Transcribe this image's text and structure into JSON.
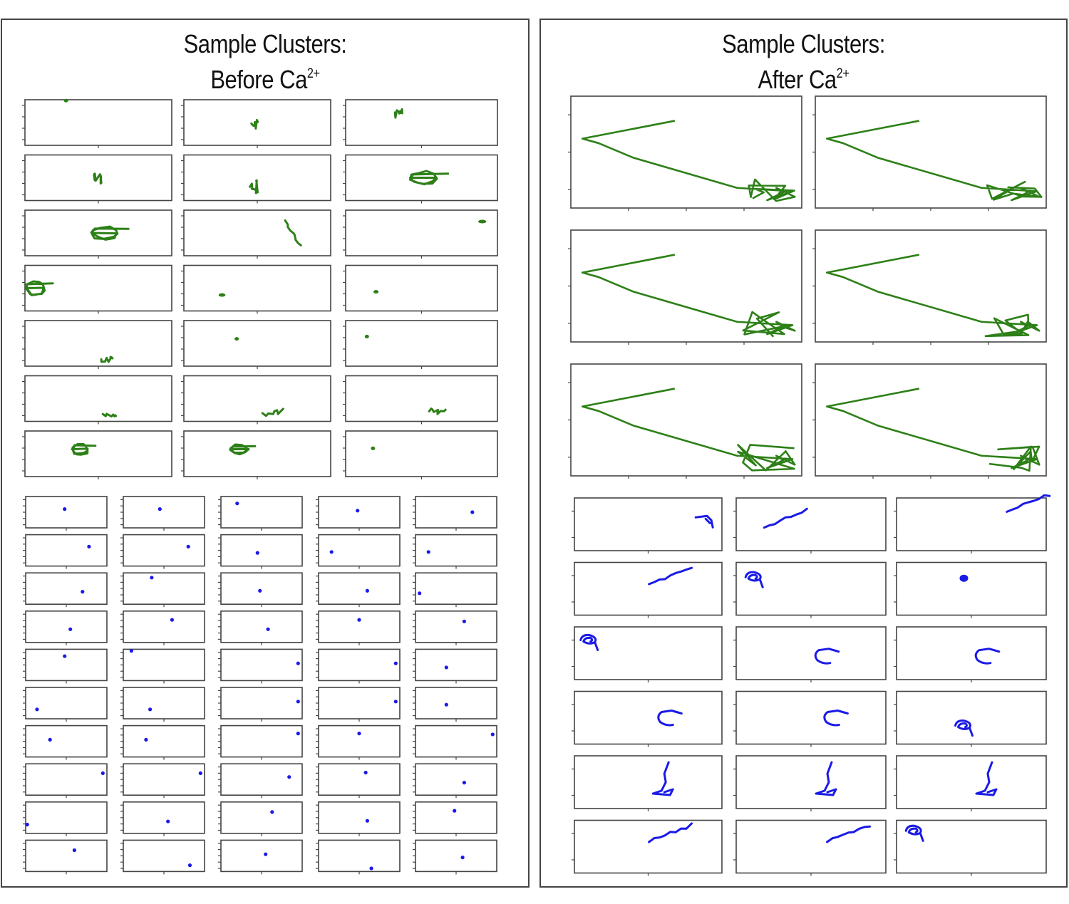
{
  "colors": {
    "green": "#2d8017",
    "blue": "#1a1ae6",
    "frame": "#444444"
  },
  "panels": {
    "before": {
      "title_line1": "Sample Clusters:",
      "title_line2_text": "Before Ca",
      "title_line2_sup": "2+"
    },
    "after": {
      "title_line1": "Sample Clusters:",
      "title_line2_text": "After Ca",
      "title_line2_sup": "2+"
    }
  },
  "chart_data": [
    {
      "id": "before_green",
      "type": "scatter",
      "style": "trajectory",
      "color": "#2d8017",
      "rows": 7,
      "cols": 3,
      "note": "small multiples; each cell a trajectory blob at approximate normalized position",
      "cells": [
        {
          "cx": 0.28,
          "cy": 0.02,
          "w": 0.04,
          "h": 0.06,
          "shape": "dot"
        },
        {
          "cx": 0.48,
          "cy": 0.52,
          "w": 0.04,
          "h": 0.3,
          "shape": "squiggle"
        },
        {
          "cx": 0.35,
          "cy": 0.28,
          "w": 0.05,
          "h": 0.32,
          "shape": "squiggle"
        },
        {
          "cx": 0.5,
          "cy": 0.55,
          "w": 0.05,
          "h": 0.28,
          "shape": "squiggle"
        },
        {
          "cx": 0.48,
          "cy": 0.7,
          "w": 0.06,
          "h": 0.3,
          "shape": "squiggle"
        },
        {
          "cx": 0.55,
          "cy": 0.5,
          "w": 0.25,
          "h": 0.3,
          "shape": "loop"
        },
        {
          "cx": 0.58,
          "cy": 0.5,
          "w": 0.25,
          "h": 0.3,
          "shape": "loop"
        },
        {
          "cx": 0.74,
          "cy": 0.5,
          "w": 0.1,
          "h": 0.55,
          "shape": "diag"
        },
        {
          "cx": 0.9,
          "cy": 0.25,
          "w": 0.08,
          "h": 0.1,
          "shape": "dot"
        },
        {
          "cx": 0.1,
          "cy": 0.5,
          "w": 0.18,
          "h": 0.35,
          "shape": "loop"
        },
        {
          "cx": 0.26,
          "cy": 0.65,
          "w": 0.07,
          "h": 0.08,
          "shape": "dot"
        },
        {
          "cx": 0.2,
          "cy": 0.58,
          "w": 0.05,
          "h": 0.08,
          "shape": "dot"
        },
        {
          "cx": 0.56,
          "cy": 0.85,
          "w": 0.08,
          "h": 0.12,
          "shape": "squiggle"
        },
        {
          "cx": 0.36,
          "cy": 0.4,
          "w": 0.04,
          "h": 0.06,
          "shape": "dot"
        },
        {
          "cx": 0.14,
          "cy": 0.35,
          "w": 0.03,
          "h": 0.12,
          "shape": "dot"
        },
        {
          "cx": 0.58,
          "cy": 0.84,
          "w": 0.1,
          "h": 0.12,
          "shape": "squiggle"
        },
        {
          "cx": 0.6,
          "cy": 0.82,
          "w": 0.13,
          "h": 0.2,
          "shape": "squiggle"
        },
        {
          "cx": 0.6,
          "cy": 0.78,
          "w": 0.1,
          "h": 0.12,
          "shape": "squiggle"
        },
        {
          "cx": 0.4,
          "cy": 0.4,
          "w": 0.16,
          "h": 0.25,
          "shape": "loop"
        },
        {
          "cx": 0.4,
          "cy": 0.4,
          "w": 0.17,
          "h": 0.22,
          "shape": "loop"
        },
        {
          "cx": 0.18,
          "cy": 0.38,
          "w": 0.02,
          "h": 0.12,
          "shape": "dot"
        }
      ]
    },
    {
      "id": "before_blue",
      "type": "scatter",
      "color": "#1a1ae6",
      "rows": 10,
      "cols": 5,
      "points": [
        [
          0.48,
          0.4
        ],
        [
          0.45,
          0.4
        ],
        [
          0.2,
          0.22
        ],
        [
          0.48,
          0.45
        ],
        [
          0.7,
          0.5
        ],
        [
          0.78,
          0.38
        ],
        [
          0.8,
          0.38
        ],
        [
          0.45,
          0.58
        ],
        [
          0.16,
          0.55
        ],
        [
          0.16,
          0.55
        ],
        [
          0.7,
          0.6
        ],
        [
          0.35,
          0.15
        ],
        [
          0.48,
          0.57
        ],
        [
          0.6,
          0.57
        ],
        [
          0.05,
          0.65
        ],
        [
          0.55,
          0.58
        ],
        [
          0.6,
          0.28
        ],
        [
          0.58,
          0.58
        ],
        [
          0.5,
          0.28
        ],
        [
          0.6,
          0.33
        ],
        [
          0.48,
          0.22
        ],
        [
          0.1,
          0.05
        ],
        [
          0.95,
          0.45
        ],
        [
          0.95,
          0.45
        ],
        [
          0.38,
          0.58
        ],
        [
          0.14,
          0.7
        ],
        [
          0.33,
          0.7
        ],
        [
          0.95,
          0.45
        ],
        [
          0.95,
          0.45
        ],
        [
          0.38,
          0.55
        ],
        [
          0.3,
          0.45
        ],
        [
          0.28,
          0.45
        ],
        [
          0.95,
          0.25
        ],
        [
          0.5,
          0.25
        ],
        [
          0.95,
          0.28
        ],
        [
          0.95,
          0.3
        ],
        [
          0.95,
          0.3
        ],
        [
          0.84,
          0.42
        ],
        [
          0.58,
          0.28
        ],
        [
          0.6,
          0.6
        ],
        [
          0.02,
          0.72
        ],
        [
          0.55,
          0.62
        ],
        [
          0.63,
          0.32
        ],
        [
          0.6,
          0.6
        ],
        [
          0.48,
          0.28
        ],
        [
          0.6,
          0.32
        ],
        [
          0.82,
          0.8
        ],
        [
          0.55,
          0.45
        ],
        [
          0.65,
          0.9
        ],
        [
          0.58,
          0.55
        ]
      ]
    },
    {
      "id": "after_green",
      "type": "line",
      "color": "#2d8017",
      "rows": 3,
      "cols": 2,
      "note": "each cell repeats the same zigzag trajectory",
      "x": [
        0.45,
        0.05,
        0.12,
        0.27,
        0.72,
        0.96,
        0.85,
        0.92,
        0.89,
        0.97
      ],
      "y": [
        0.22,
        0.38,
        0.42,
        0.55,
        0.82,
        0.85,
        0.93,
        0.86,
        0.82,
        0.9
      ]
    },
    {
      "id": "after_blue",
      "type": "line",
      "style": "trajectory",
      "color": "#1a1ae6",
      "rows": 6,
      "cols": 3,
      "cells": [
        {
          "shape": "hook",
          "cx": 0.88,
          "cy": 0.45
        },
        {
          "shape": "wave",
          "cx": 0.33,
          "cy": 0.4
        },
        {
          "shape": "wave",
          "cx": 0.88,
          "cy": 0.1
        },
        {
          "shape": "wave",
          "cx": 0.65,
          "cy": 0.25
        },
        {
          "shape": "spiral",
          "cx": 0.12,
          "cy": 0.28
        },
        {
          "shape": "dot",
          "cx": 0.45,
          "cy": 0.3
        },
        {
          "shape": "spiral",
          "cx": 0.1,
          "cy": 0.25
        },
        {
          "shape": "c",
          "cx": 0.58,
          "cy": 0.55
        },
        {
          "shape": "c",
          "cx": 0.58,
          "cy": 0.55
        },
        {
          "shape": "c",
          "cx": 0.62,
          "cy": 0.5
        },
        {
          "shape": "c",
          "cx": 0.64,
          "cy": 0.5
        },
        {
          "shape": "spiral",
          "cx": 0.45,
          "cy": 0.65
        },
        {
          "shape": "boot",
          "cx": 0.6,
          "cy": 0.5
        },
        {
          "shape": "boot",
          "cx": 0.6,
          "cy": 0.5
        },
        {
          "shape": "boot",
          "cx": 0.6,
          "cy": 0.5
        },
        {
          "shape": "wave",
          "cx": 0.65,
          "cy": 0.25
        },
        {
          "shape": "wave",
          "cx": 0.75,
          "cy": 0.25
        },
        {
          "shape": "spiral",
          "cx": 0.12,
          "cy": 0.2
        }
      ]
    }
  ]
}
